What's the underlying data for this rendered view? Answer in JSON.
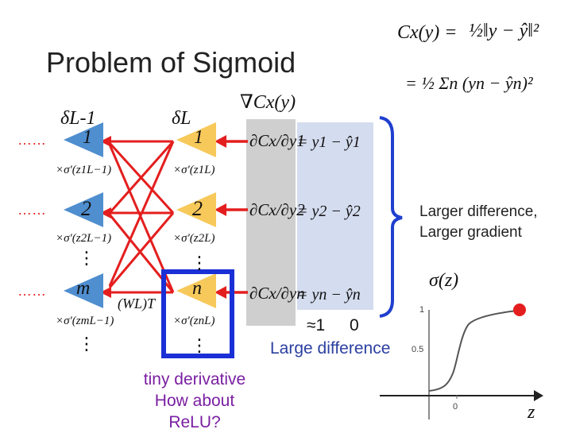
{
  "slide": {
    "title": "Problem of Sigmoid",
    "note": "Larger difference, Larger gradient",
    "tiny_derivative": "tiny derivative",
    "how_about": "How about",
    "relu": "ReLU?",
    "approx_one": "≈1",
    "zero": "0",
    "large_difference": "Large difference"
  },
  "formula": {
    "cost_lhs": "Cx(y) =",
    "cost_rhs": "½‖y − ŷ‖²",
    "cost_sum": "= ½ Σn (yn − ŷn)²",
    "grad": "∇Cx(y)",
    "deriv": [
      "∂Cx/∂y1",
      "∂Cx/∂y2",
      "∂Cx/∂yn"
    ],
    "diff": [
      "= y1 − ŷ1",
      "= y2 − ŷ2",
      "= yn − ŷn"
    ]
  },
  "network": {
    "left_label": "δL-1",
    "right_label": "δL",
    "left_nodes": [
      "1",
      "2",
      "m"
    ],
    "right_nodes": [
      "1",
      "2",
      "n"
    ],
    "left_factors": [
      "×σ′(z1L−1)",
      "×σ′(z2L−1)",
      "×σ′(zmL−1)"
    ],
    "right_factors": [
      "×σ′(z1L)",
      "×σ′(z2L)",
      "×σ′(znL)"
    ],
    "weight_label": "(WL)T",
    "dots": "⋮",
    "ellipsis": "……"
  },
  "sigmoid": {
    "label": "σ(z)",
    "y_ticks": [
      "1",
      "0.5"
    ],
    "x_tick": "0",
    "x_axis": "z"
  },
  "colors": {
    "left_node": "#4f8ecf",
    "right_node": "#f7c95a",
    "arrow": "#e41e1e",
    "bracket": "#1f3fcf",
    "highlight_box": "#1a2fd6",
    "gray_panel": "#c8c8c8",
    "blue_panel": "#c9d4ea",
    "dot": "#e41e1e"
  }
}
